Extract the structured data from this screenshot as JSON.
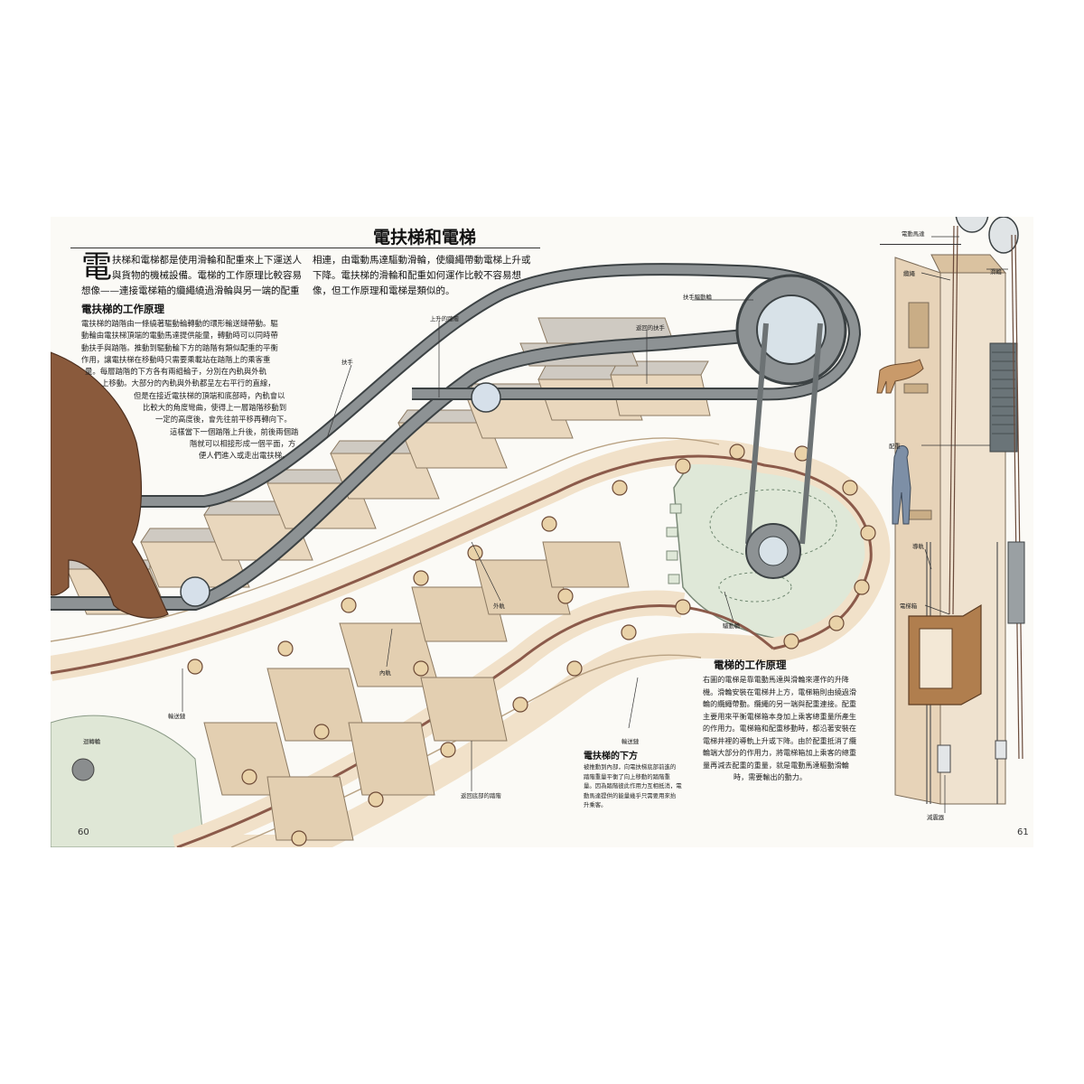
{
  "page": {
    "title": "電扶梯和電梯",
    "left_page_number": "60",
    "right_page_number": "61"
  },
  "intro": {
    "dropcap": "電",
    "col1_lines": [
      "扶梯和電梯都是使用滑輪和配重來上下運送人",
      "與貨物的機械設備。電梯的工作原理比較容易",
      "想像——連接電梯箱的纜繩繞過滑輪與另一端的配重"
    ],
    "col2_lines": [
      "相連，由電動馬達驅動滑輪，使纜繩帶動電梯上升或",
      "下降。電扶梯的滑輪和配重如何運作比較不容易想",
      "像，但工作原理和電梯是類似的。"
    ]
  },
  "escalator_section": {
    "heading": "電扶梯的工作原理",
    "lines": [
      "電扶梯的踏階由一條繞著驅動輪轉動的環形輸送鏈帶動。驅",
      "動輪由電扶梯頂端的電動馬達提供能量，轉動時可以同時帶",
      "動扶手與踏階。推動到驅動輪下方的踏階有類似配重的平衡",
      "作用，讓電扶梯在移動時只需要乘載站在踏階上的乘客重",
      "量。每層踏階的下方各有兩組輪子，分別在內軌與外軌",
      "上移動。大部分的內軌與外軌都呈左右平行的直線，",
      "但是在接近電扶梯的頂端和底部時，內軌會以",
      "比較大的角度彎曲，使得上一層踏階移動到",
      "一定的高度後，會先往前平移再轉向下。",
      "這樣當下一個踏階上升後，前後兩個踏",
      "階就可以相接形成一個平面，方",
      "便人們進入或走出電扶梯。"
    ]
  },
  "underside_section": {
    "heading": "電扶梯的下方",
    "lines": [
      "被推動到內部，向電扶梯底部前進的",
      "踏階重量平衡了向上移動的踏階重",
      "量。因為踏階彼此作用力互相抵消，電",
      "動馬達提供的能量幾乎只需要用來抬",
      "升乘客。"
    ]
  },
  "elevator_section": {
    "heading": "電梯的工作原理",
    "lines": [
      "右圖的電梯是靠電動馬達與滑輪來運作的升降",
      "機。滑輪安裝在電梯井上方，電梯箱則由繞過滑",
      "輪的纜繩帶動。纜繩的另一端與配重連接。配重",
      "主要用來平衡電梯箱本身加上乘客總重量所產生",
      "的作用力。電梯箱和配重移動時，都沿著安裝在",
      "電梯井裡的導軌上升或下降。由於配重抵消了纜",
      "輪端大部分的作用力，將電梯箱加上乘客的總重",
      "量再減去配重的重量，就是電動馬達驅動滑輪",
      "時，需要輸出的動力。"
    ]
  },
  "labels": {
    "up_steps": "上升的踏階",
    "handrail_drive": "扶手驅動輪",
    "returning_handrail": "返回的扶手",
    "handrail": "扶手",
    "outer_track": "外軌",
    "inner_track": "內軌",
    "drive_wheel": "驅動輪",
    "conveyor_chain_left": "輸送鏈",
    "conveyor_chain_right": "輸送鏈",
    "return_wheel": "迴轉輪",
    "return_bottom_steps": "返回底部的踏階",
    "electric_motor": "電動馬達",
    "pulley": "滑輪",
    "cable": "纜繩",
    "counterweight": "配重",
    "guide_rail": "導軌",
    "elevator_car": "電梯箱",
    "buffer": "減震器"
  },
  "colors": {
    "handrail": "#8d9294",
    "handrail_edge": "#3c4244",
    "step": "#e9d7bd",
    "step_dark": "#c8ad8a",
    "tread": "#cfcac2",
    "chain": "#8b5a4a",
    "track": "#f1e1c9",
    "gear": "#dfe8d8",
    "bear": "#8a5a3c",
    "roller": "#e9d2a8",
    "shaft": "#e7d3b8",
    "car": "#b07e4e"
  }
}
